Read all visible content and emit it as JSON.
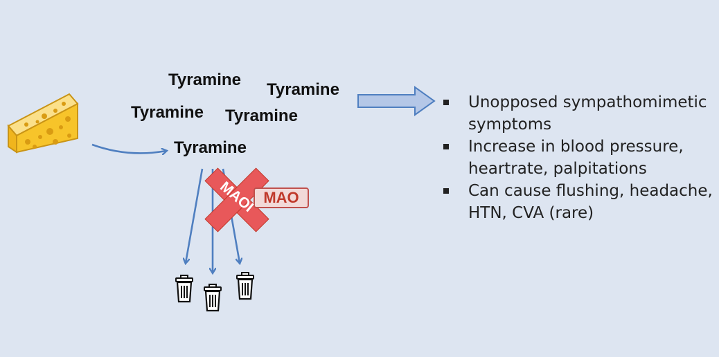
{
  "tyramine_labels": [
    "Tyramine",
    "Tyramine",
    "Tyramine",
    "Tyramine",
    "Tyramine"
  ],
  "inhibitor_label": "MAOI",
  "enzyme_label": "MAO",
  "effects": [
    "Unopposed sympathomimetic symptoms",
    "Increase in blood pressure, heartrate, palpitations",
    "Can cause flushing, headache, HTN, CVA (rare)"
  ],
  "colors": {
    "background": "#dde5f1",
    "arrow": "#4f7fc0",
    "block_arrow_fill": "#b4c7e7",
    "inhibit_x": "#e8585a",
    "enzyme_border": "#c0504d",
    "cheese": "#f7c42a"
  },
  "icons": [
    "cheese-icon",
    "trash-can-icon"
  ]
}
